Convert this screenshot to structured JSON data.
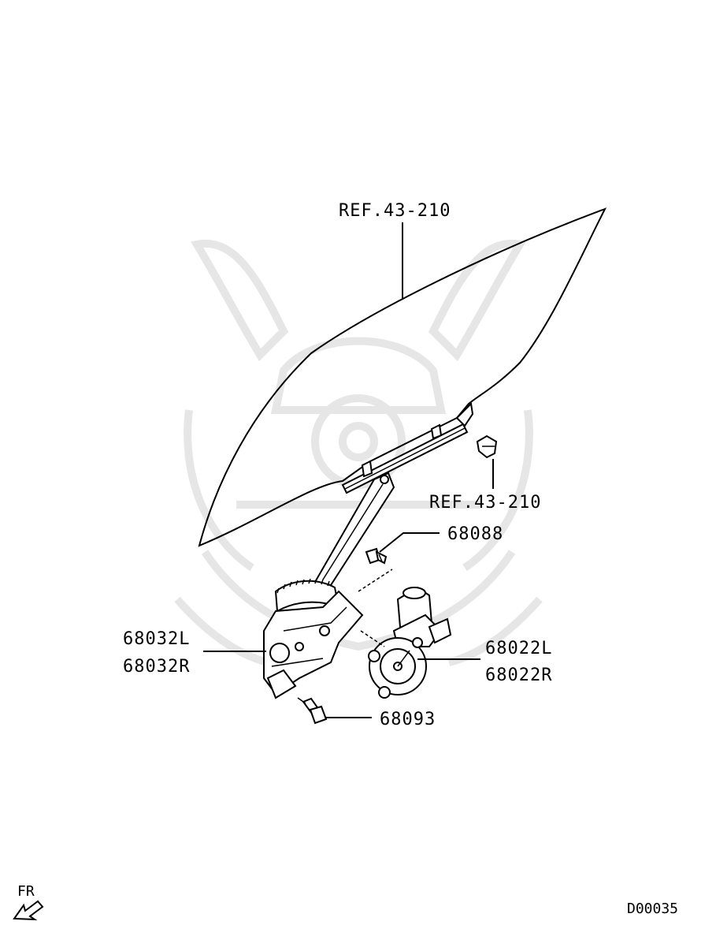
{
  "callouts": {
    "glass_ref": "REF.43-210",
    "clip_ref": "REF.43-210",
    "bolt_upper": "68088",
    "regulator_left": "68032L",
    "regulator_right": "68032R",
    "motor_left": "68022L",
    "motor_right": "68022R",
    "bolt_lower": "68093"
  },
  "orientation": {
    "label": "FR"
  },
  "diagram_code": "D00035"
}
